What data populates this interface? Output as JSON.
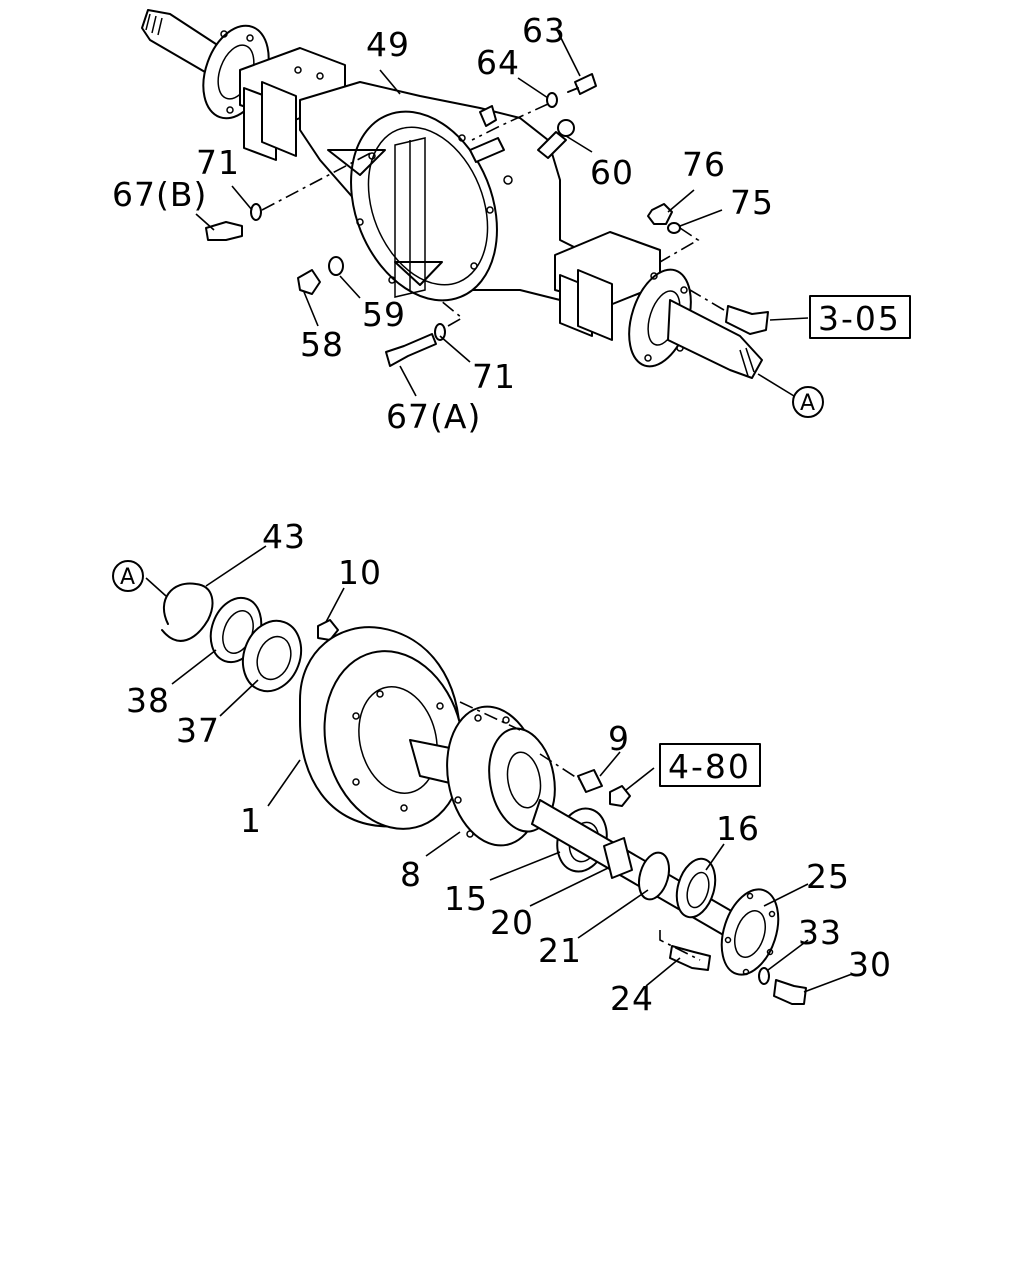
{
  "upper_assembly": {
    "callouts": [
      {
        "id": "49",
        "text": "49"
      },
      {
        "id": "63",
        "text": "63"
      },
      {
        "id": "64",
        "text": "64"
      },
      {
        "id": "60",
        "text": "60"
      },
      {
        "id": "76",
        "text": "76"
      },
      {
        "id": "75",
        "text": "75"
      },
      {
        "id": "71a",
        "text": "71"
      },
      {
        "id": "67b",
        "text": "67(B)"
      },
      {
        "id": "59",
        "text": "59"
      },
      {
        "id": "58",
        "text": "58"
      },
      {
        "id": "71b",
        "text": "71"
      },
      {
        "id": "67a",
        "text": "67(A)"
      }
    ],
    "reference_box": "3-05",
    "connector": "A"
  },
  "lower_assembly": {
    "callouts": [
      {
        "id": "43",
        "text": "43"
      },
      {
        "id": "10",
        "text": "10"
      },
      {
        "id": "38",
        "text": "38"
      },
      {
        "id": "37",
        "text": "37"
      },
      {
        "id": "1",
        "text": "1"
      },
      {
        "id": "9",
        "text": "9"
      },
      {
        "id": "8",
        "text": "8"
      },
      {
        "id": "15",
        "text": "15"
      },
      {
        "id": "16",
        "text": "16"
      },
      {
        "id": "20",
        "text": "20"
      },
      {
        "id": "21",
        "text": "21"
      },
      {
        "id": "25",
        "text": "25"
      },
      {
        "id": "33",
        "text": "33"
      },
      {
        "id": "30",
        "text": "30"
      },
      {
        "id": "24",
        "text": "24"
      }
    ],
    "reference_box": "4-80",
    "connector": "A"
  }
}
